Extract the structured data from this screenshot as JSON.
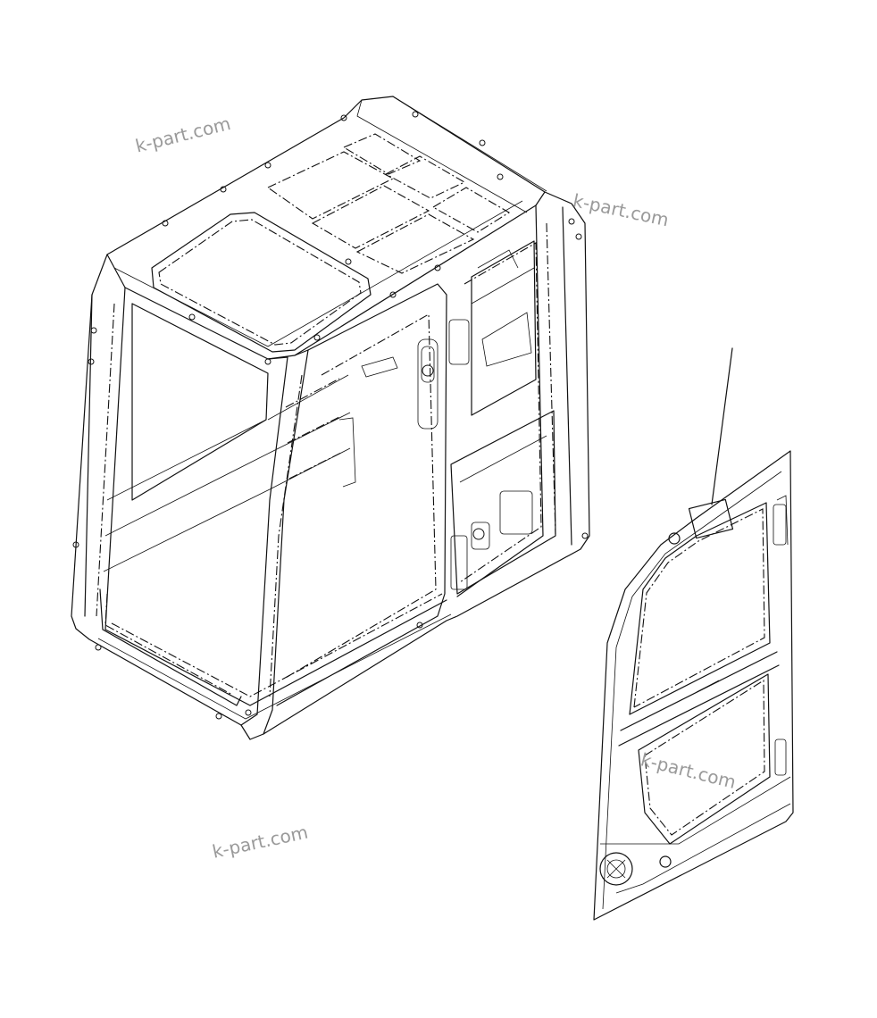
{
  "diagram": {
    "parts": [
      {
        "name": "cab-frame",
        "icon": "cab-frame-drawing"
      },
      {
        "name": "cab-door",
        "icon": "door-panel-drawing"
      },
      {
        "name": "label-plate",
        "icon": "label-rectangle"
      }
    ],
    "line_color": "#111111",
    "background": "#ffffff"
  },
  "watermarks": [
    {
      "text": "k-part.com"
    },
    {
      "text": "k-part.com"
    },
    {
      "text": "k-part.com"
    },
    {
      "text": "k-part.com"
    }
  ],
  "watermark_color": "#9a9a9a"
}
